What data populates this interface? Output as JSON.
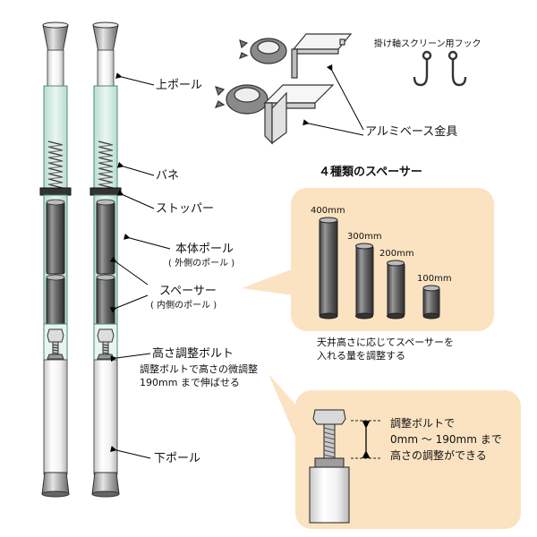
{
  "labels": {
    "upper_pole": "上ポール",
    "spring": "バネ",
    "stopper": "ストッパー",
    "body_pole": "本体ポール",
    "body_pole_sub": "( 外側のポール )",
    "spacer": "スペーサー",
    "spacer_sub": "( 内側のポール )",
    "height_bolt": "高さ調整ボルト",
    "height_bolt_desc1": "調整ボルトで高さの微調整",
    "height_bolt_desc2": "190mm まで伸ばせる",
    "lower_pole": "下ポール",
    "hook": "掛け軸スクリーン用フック",
    "bracket": "アルミベース金具"
  },
  "spacers": {
    "title": "４種類のスペーサー",
    "sizes": [
      "400mm",
      "300mm",
      "200mm",
      "100mm"
    ],
    "note_line1": "天井高さに応じてスペーサーを",
    "note_line2": "入れる量を調整する"
  },
  "adjust": {
    "line1": "調整ボルトで",
    "line2": "0mm ～ 190mm まで",
    "line3": "高さの調整ができる"
  },
  "colors": {
    "callout_bg": "#fbe3c2",
    "outer_tube": "#d6ece6",
    "spacer_dark": "#4f4f4f"
  }
}
